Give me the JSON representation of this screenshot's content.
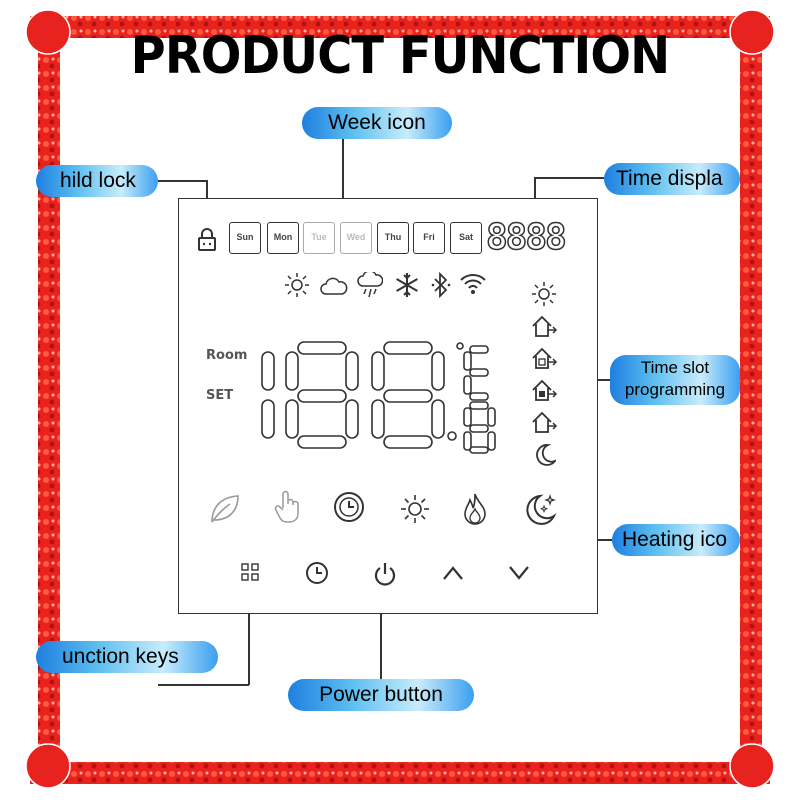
{
  "title": "PRODUCT FUNCTION",
  "callouts": {
    "week_icon": "Week icon",
    "child_lock": "hild lock",
    "time_display": "Time displa",
    "time_slot_line1": "Time slot",
    "time_slot_line2": "programming",
    "heating_icon": "Heating ico",
    "function_keys": "unction keys",
    "power_button": "Power button"
  },
  "week_days": [
    "Sun",
    "Mon",
    "Tue",
    "Wed",
    "Thu",
    "Fri",
    "Sat"
  ],
  "time_digits": "8888",
  "labels": {
    "room": "Room",
    "set": "SET"
  },
  "colors": {
    "frame": "#e41f1f",
    "callout_blue": "#1e7fe0",
    "callout_light": "#c8ecfb",
    "outline": "#333333"
  }
}
